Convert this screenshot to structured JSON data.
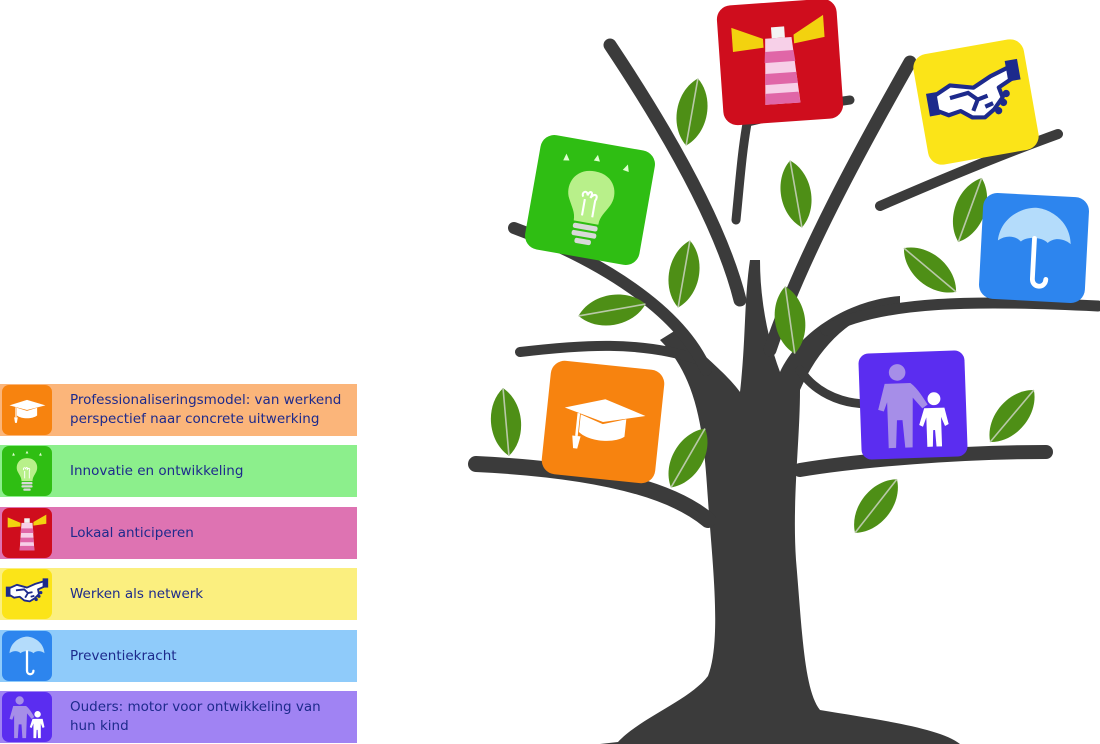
{
  "legend": [
    {
      "label": "Professionaliseringsmodel: van werkend perspectief naar concrete uitwerking",
      "color": "#fbb57a",
      "icon_bg": "#f7830f",
      "icon": "graduation-cap-icon"
    },
    {
      "label": "Innovatie en ontwikkeling",
      "color": "#8cef8c",
      "icon_bg": "#2fbe13",
      "icon": "light-bulb-icon"
    },
    {
      "label": "Lokaal anticiperen",
      "color": "#de73b2",
      "icon_bg": "#cf0d1d",
      "icon": "lighthouse-icon"
    },
    {
      "label": "Werken als netwerk",
      "color": "#fbef7f",
      "icon_bg": "#fbe418",
      "icon": "handshake-icon"
    },
    {
      "label": "Preventiekracht",
      "color": "#8fcbfa",
      "icon_bg": "#2d85ee",
      "icon": "umbrella-icon"
    },
    {
      "label": "Ouders: motor voor ontwikkeling van hun kind",
      "color": "#a083f3",
      "icon_bg": "#5b2df0",
      "icon": "parent-child-icon"
    }
  ]
}
